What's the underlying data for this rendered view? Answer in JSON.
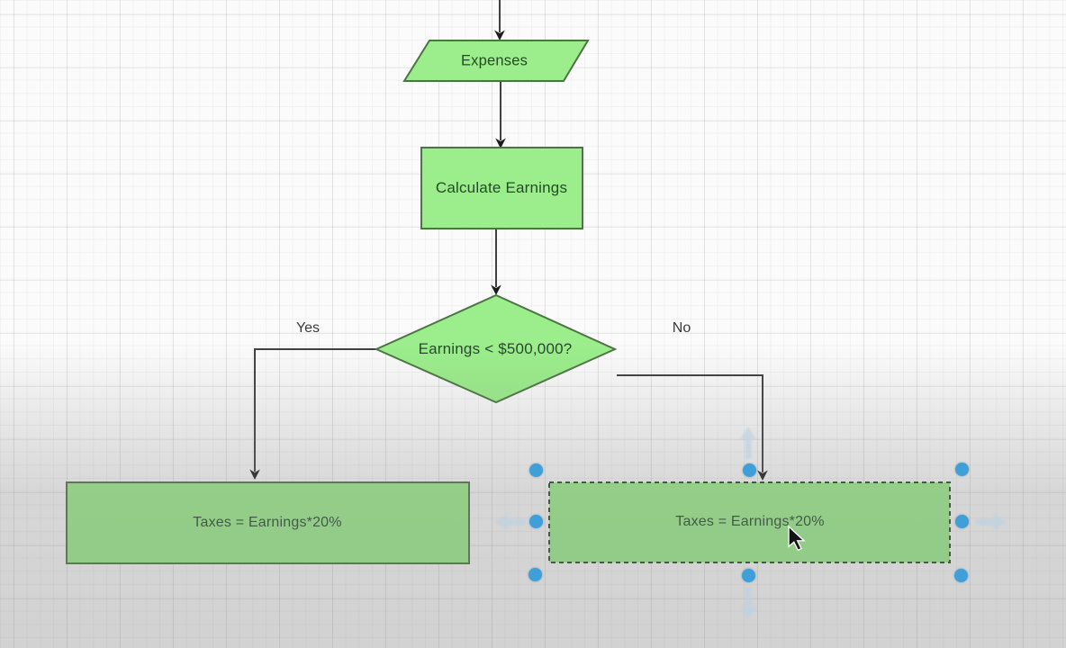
{
  "app": {
    "view": "flowchart-editor-canvas",
    "grid": "on"
  },
  "colors": {
    "shape_fill": "#9bee8b",
    "shape_stroke": "#4c7544",
    "edge_stroke": "#404040",
    "selection_handle": "#3f9fd9",
    "selection_outline": "#274a27",
    "node_text": "#26492a",
    "edge_label_text": "#3a3a3a"
  },
  "diagram": {
    "nodes": [
      {
        "id": "expenses",
        "shape": "parallelogram",
        "label": "Expenses",
        "selected": false
      },
      {
        "id": "calculate-earnings",
        "shape": "rectangle",
        "label": "Calculate Earnings",
        "selected": false
      },
      {
        "id": "earnings-decision",
        "shape": "diamond",
        "label": "Earnings < $500,000?",
        "selected": false
      },
      {
        "id": "taxes-yes",
        "shape": "rectangle",
        "label": "Taxes = Earnings*20%",
        "selected": false
      },
      {
        "id": "taxes-no",
        "shape": "rectangle",
        "label": "Taxes = Earnings*20%",
        "selected": true
      }
    ],
    "edges": [
      {
        "id": "into-expenses",
        "label": ""
      },
      {
        "id": "expenses-to-calculate",
        "label": ""
      },
      {
        "id": "calculate-to-decision",
        "label": ""
      },
      {
        "id": "decision-to-taxes-left",
        "label": "Yes"
      },
      {
        "id": "decision-to-taxes-right",
        "label": "No"
      }
    ],
    "selection": {
      "selected_node": "taxes-no",
      "handle_count": 8
    }
  }
}
